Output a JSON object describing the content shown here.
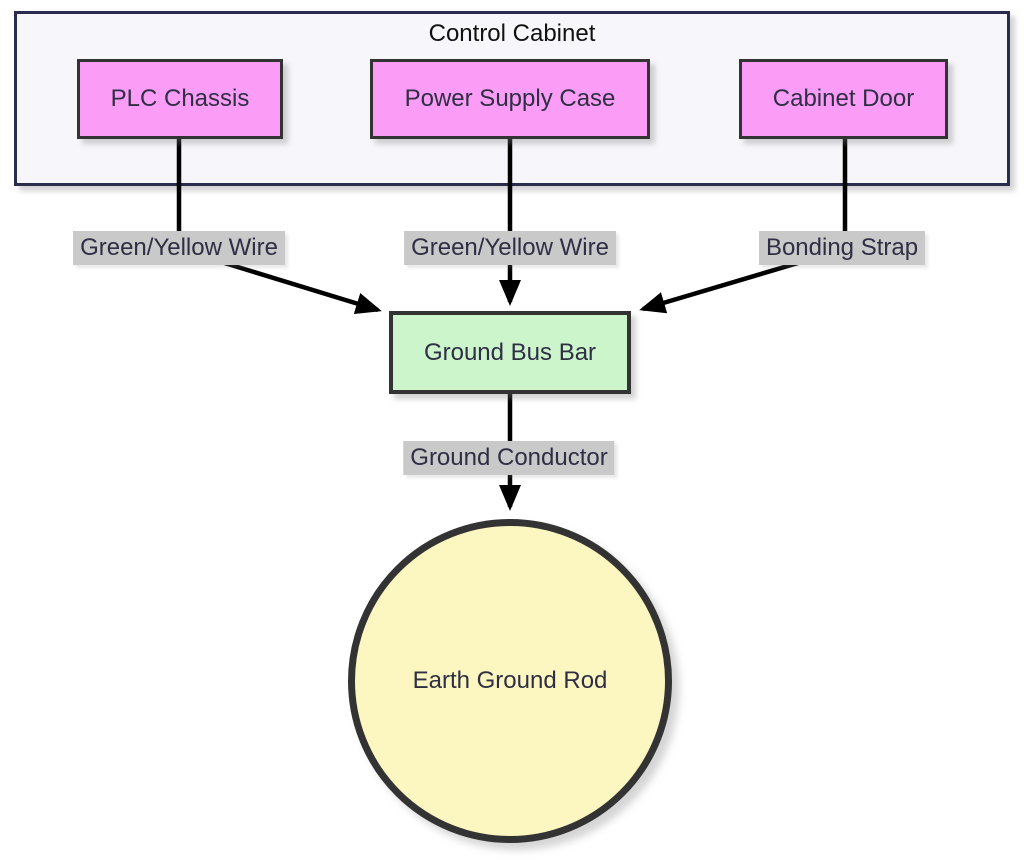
{
  "cabinet": {
    "title": "Control Cabinet"
  },
  "nodes": {
    "plc_chassis": {
      "label": "PLC Chassis",
      "shape": "rect"
    },
    "power_supply_case": {
      "label": "Power Supply Case",
      "shape": "rect"
    },
    "cabinet_door": {
      "label": "Cabinet Door",
      "shape": "rect"
    },
    "ground_bus_bar": {
      "label": "Ground Bus Bar",
      "shape": "rect"
    },
    "earth_ground_rod": {
      "label": "Earth Ground Rod",
      "shape": "circle"
    }
  },
  "edges": [
    {
      "from": "PLC Chassis",
      "to": "Ground Bus Bar",
      "label": "Green/Yellow Wire"
    },
    {
      "from": "Power Supply Case",
      "to": "Ground Bus Bar",
      "label": "Green/Yellow Wire"
    },
    {
      "from": "Cabinet Door",
      "to": "Ground Bus Bar",
      "label": "Bonding Strap"
    },
    {
      "from": "Ground Bus Bar",
      "to": "Earth Ground Rod",
      "label": "Ground Conductor"
    }
  ],
  "colors": {
    "cabinet_fill": "#f7f7fb",
    "cabinet_stroke": "#2b2b4e",
    "source_node_fill": "#fb9df6",
    "bus_bar_fill": "#cdf5cc",
    "ground_rod_fill": "#fcf6c0",
    "node_stroke": "#333333",
    "edge_label_bg": "#c9c9c9",
    "node_text": "#2e2e44",
    "edge_color": "#000000"
  }
}
